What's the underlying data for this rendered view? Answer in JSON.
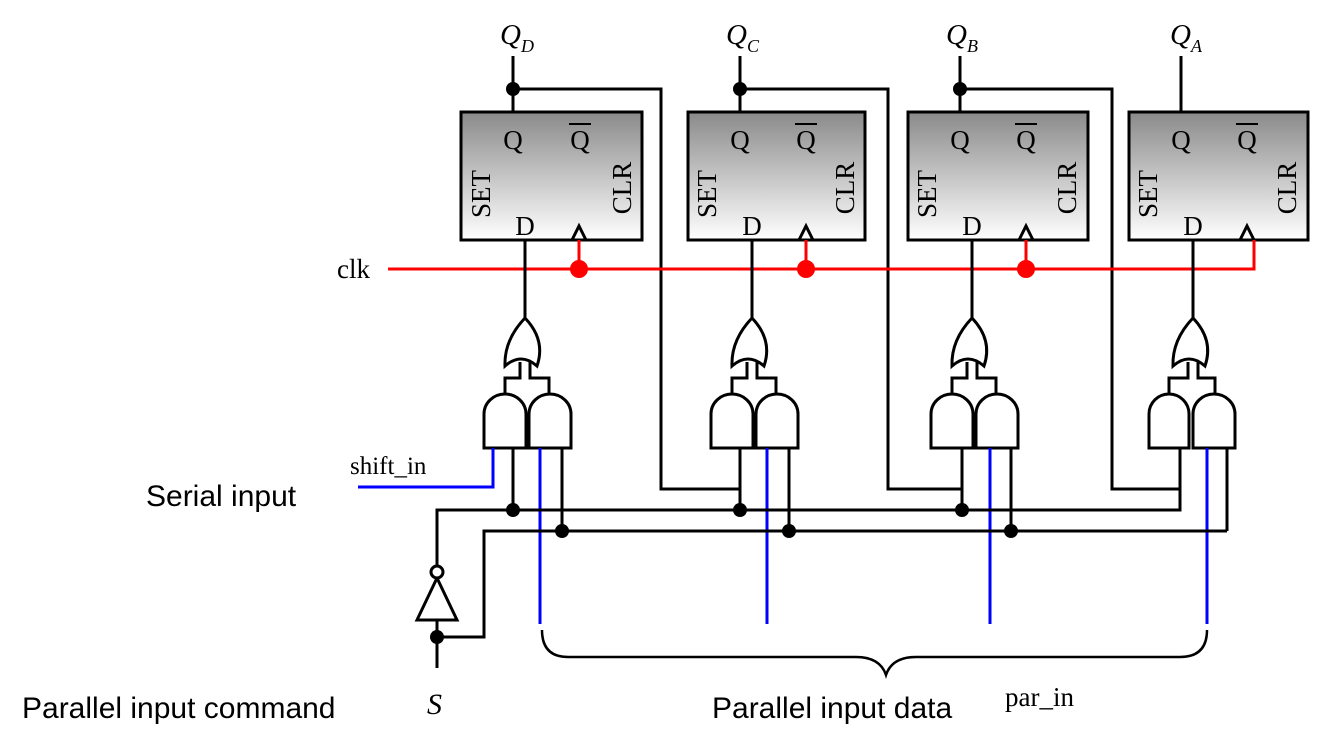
{
  "flipflops": [
    {
      "output_label": "Q",
      "output_sub": "D"
    },
    {
      "output_label": "Q",
      "output_sub": "C"
    },
    {
      "output_label": "Q",
      "output_sub": "B"
    },
    {
      "output_label": "Q",
      "output_sub": "A"
    }
  ],
  "pins": {
    "q": "Q",
    "qbar": "Q",
    "set": "SET",
    "clr": "CLR",
    "d": "D"
  },
  "signals": {
    "clk": "clk",
    "shift_in": "shift_in",
    "serial_input": "Serial input",
    "parallel_command": "Parallel input command",
    "s_var": "S",
    "parallel_data": "Parallel input data",
    "par_in": "par_in"
  },
  "colors": {
    "clock": "#ff0000",
    "input_wires": "#0000ff",
    "wires": "#000000"
  }
}
